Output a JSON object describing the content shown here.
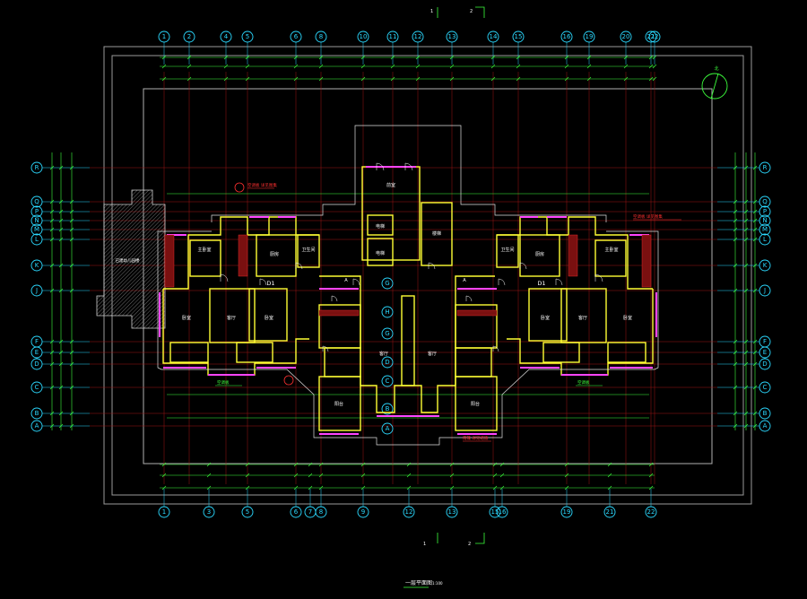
{
  "axes": {
    "top": [
      "1",
      "2",
      "4",
      "5",
      "6",
      "8",
      "10",
      "11",
      "12",
      "13",
      "14",
      "15",
      "16",
      "19",
      "20",
      "21",
      "22"
    ],
    "bottom": [
      "1",
      "3",
      "5",
      "6",
      "7",
      "8",
      "9",
      "12",
      "13",
      "15",
      "16",
      "19",
      "21",
      "22"
    ],
    "left": [
      "R",
      "Q",
      "P",
      "N",
      "M",
      "L",
      "K",
      "J",
      "F",
      "E",
      "D",
      "C",
      "B",
      "A"
    ],
    "right": [
      "R",
      "Q",
      "P",
      "N",
      "M",
      "L",
      "K",
      "J",
      "F",
      "E",
      "D",
      "C",
      "B",
      "A"
    ],
    "center": [
      "G",
      "H",
      "G",
      "D",
      "C",
      "B",
      "A"
    ]
  },
  "rooms": {
    "unit_left": "D1",
    "unit_right": "D1",
    "unit_left_b": "A",
    "unit_right_b": "A",
    "living": "客厅",
    "bed1": "卧室",
    "bed2": "卧室",
    "bed3": "主卧室",
    "kitchen": "厨房",
    "bath": "卫生间",
    "elevator1": "电梯",
    "elevator2": "电梯",
    "stair": "楼梯",
    "hall": "前室",
    "balcony": "阳台"
  },
  "annotations": {
    "red_left": "空调板 详见图集",
    "red_right": "空调板 详见图集",
    "red_bottom": "雨篷 详见结施",
    "green_left": "空调板",
    "green_right": "空调板",
    "hatched_block": "已建幼儿园楼"
  },
  "title": {
    "main": "一层平面图",
    "scale": "1:100"
  },
  "section_marks": {
    "top_1": "1",
    "top_2": "2",
    "bottom_1": "1",
    "bottom_2": "2"
  },
  "north": "北",
  "colors": {
    "wall": "#ffff33",
    "axis_bubble": "#2bd9ff",
    "dimension": "#3cff3c",
    "window": "#ff44ff",
    "red_note": "#ff3030",
    "grid_red": "#b01818",
    "outline": "#d8d8d8"
  }
}
